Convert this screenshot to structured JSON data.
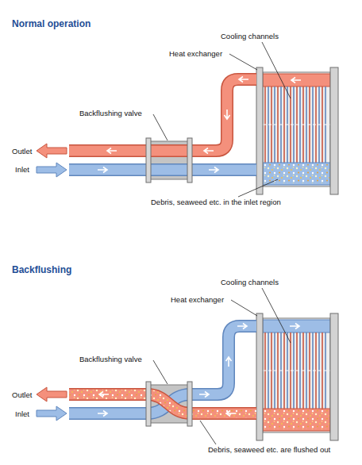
{
  "diagram": {
    "labels": [
      "Normal operation",
      "Cooling channels",
      "Heat exchanger",
      "Backflushing valve",
      "Outlet",
      "Inlet",
      "Debris, seaweed etc. in the inlet region",
      "Backflushing",
      "Cooling channels",
      "Heat exchanger",
      "Backflushing valve",
      "Outlet",
      "Inlet",
      "Debris, seaweed etc. are flushed out"
    ]
  }
}
